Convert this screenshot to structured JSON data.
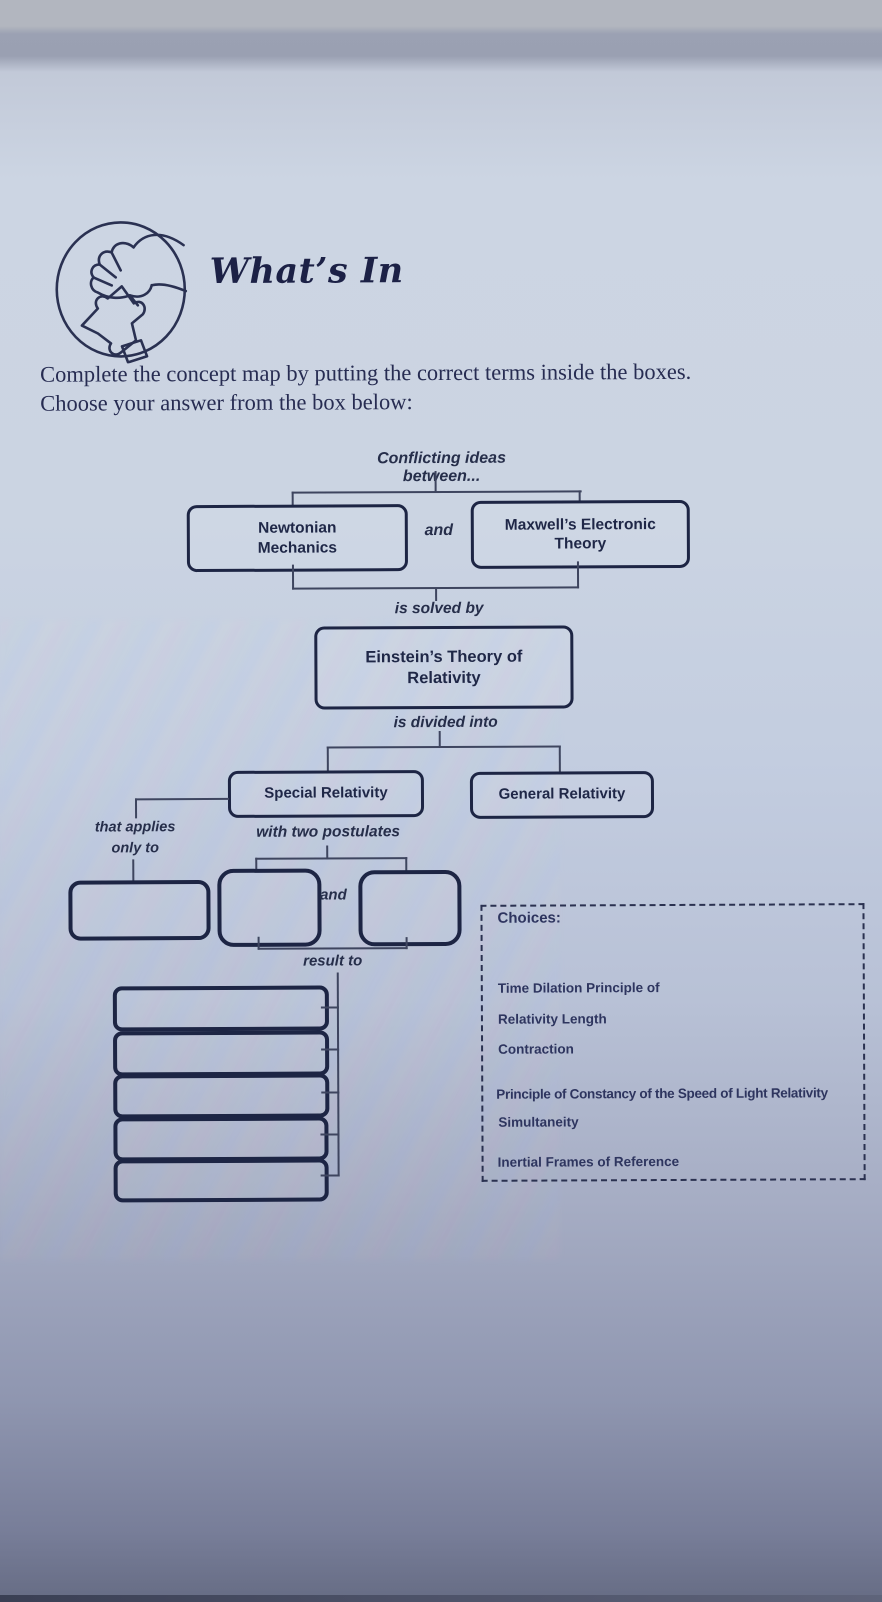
{
  "page": {
    "background_light": "#ccd5e3",
    "background_dark": "#666c84",
    "ink": "#1d2544",
    "line_color": "#3e455f"
  },
  "header": {
    "title": "What’s In",
    "icon": "hand-placing-puzzle-piece-icon"
  },
  "instructions": {
    "line1": "Complete the concept map by putting the correct terms inside the boxes.",
    "line2": "Choose your answer from the box below:"
  },
  "map": {
    "root_label": "Conflicting ideas between...",
    "newtonian": "Newtonian\nMechanics",
    "and1": "and",
    "maxwell": "Maxwell’s Electronic\nTheory",
    "solved": "is solved by",
    "einstein": "Einstein’s Theory of\nRelativity",
    "divided": "is divided into",
    "special": "Special Relativity",
    "general": "General Relativity",
    "applies": "that applies\nonly to",
    "postulates": "with two postulates",
    "and2": "and",
    "result": "result to"
  },
  "choices": {
    "title": "Choices:",
    "lines": [
      "Time Dilation Principle of",
      "Relativity Length",
      "Contraction",
      "Principle of Constancy of the Speed of Light Relativity",
      "Simultaneity",
      "Inertial Frames of Reference"
    ]
  }
}
